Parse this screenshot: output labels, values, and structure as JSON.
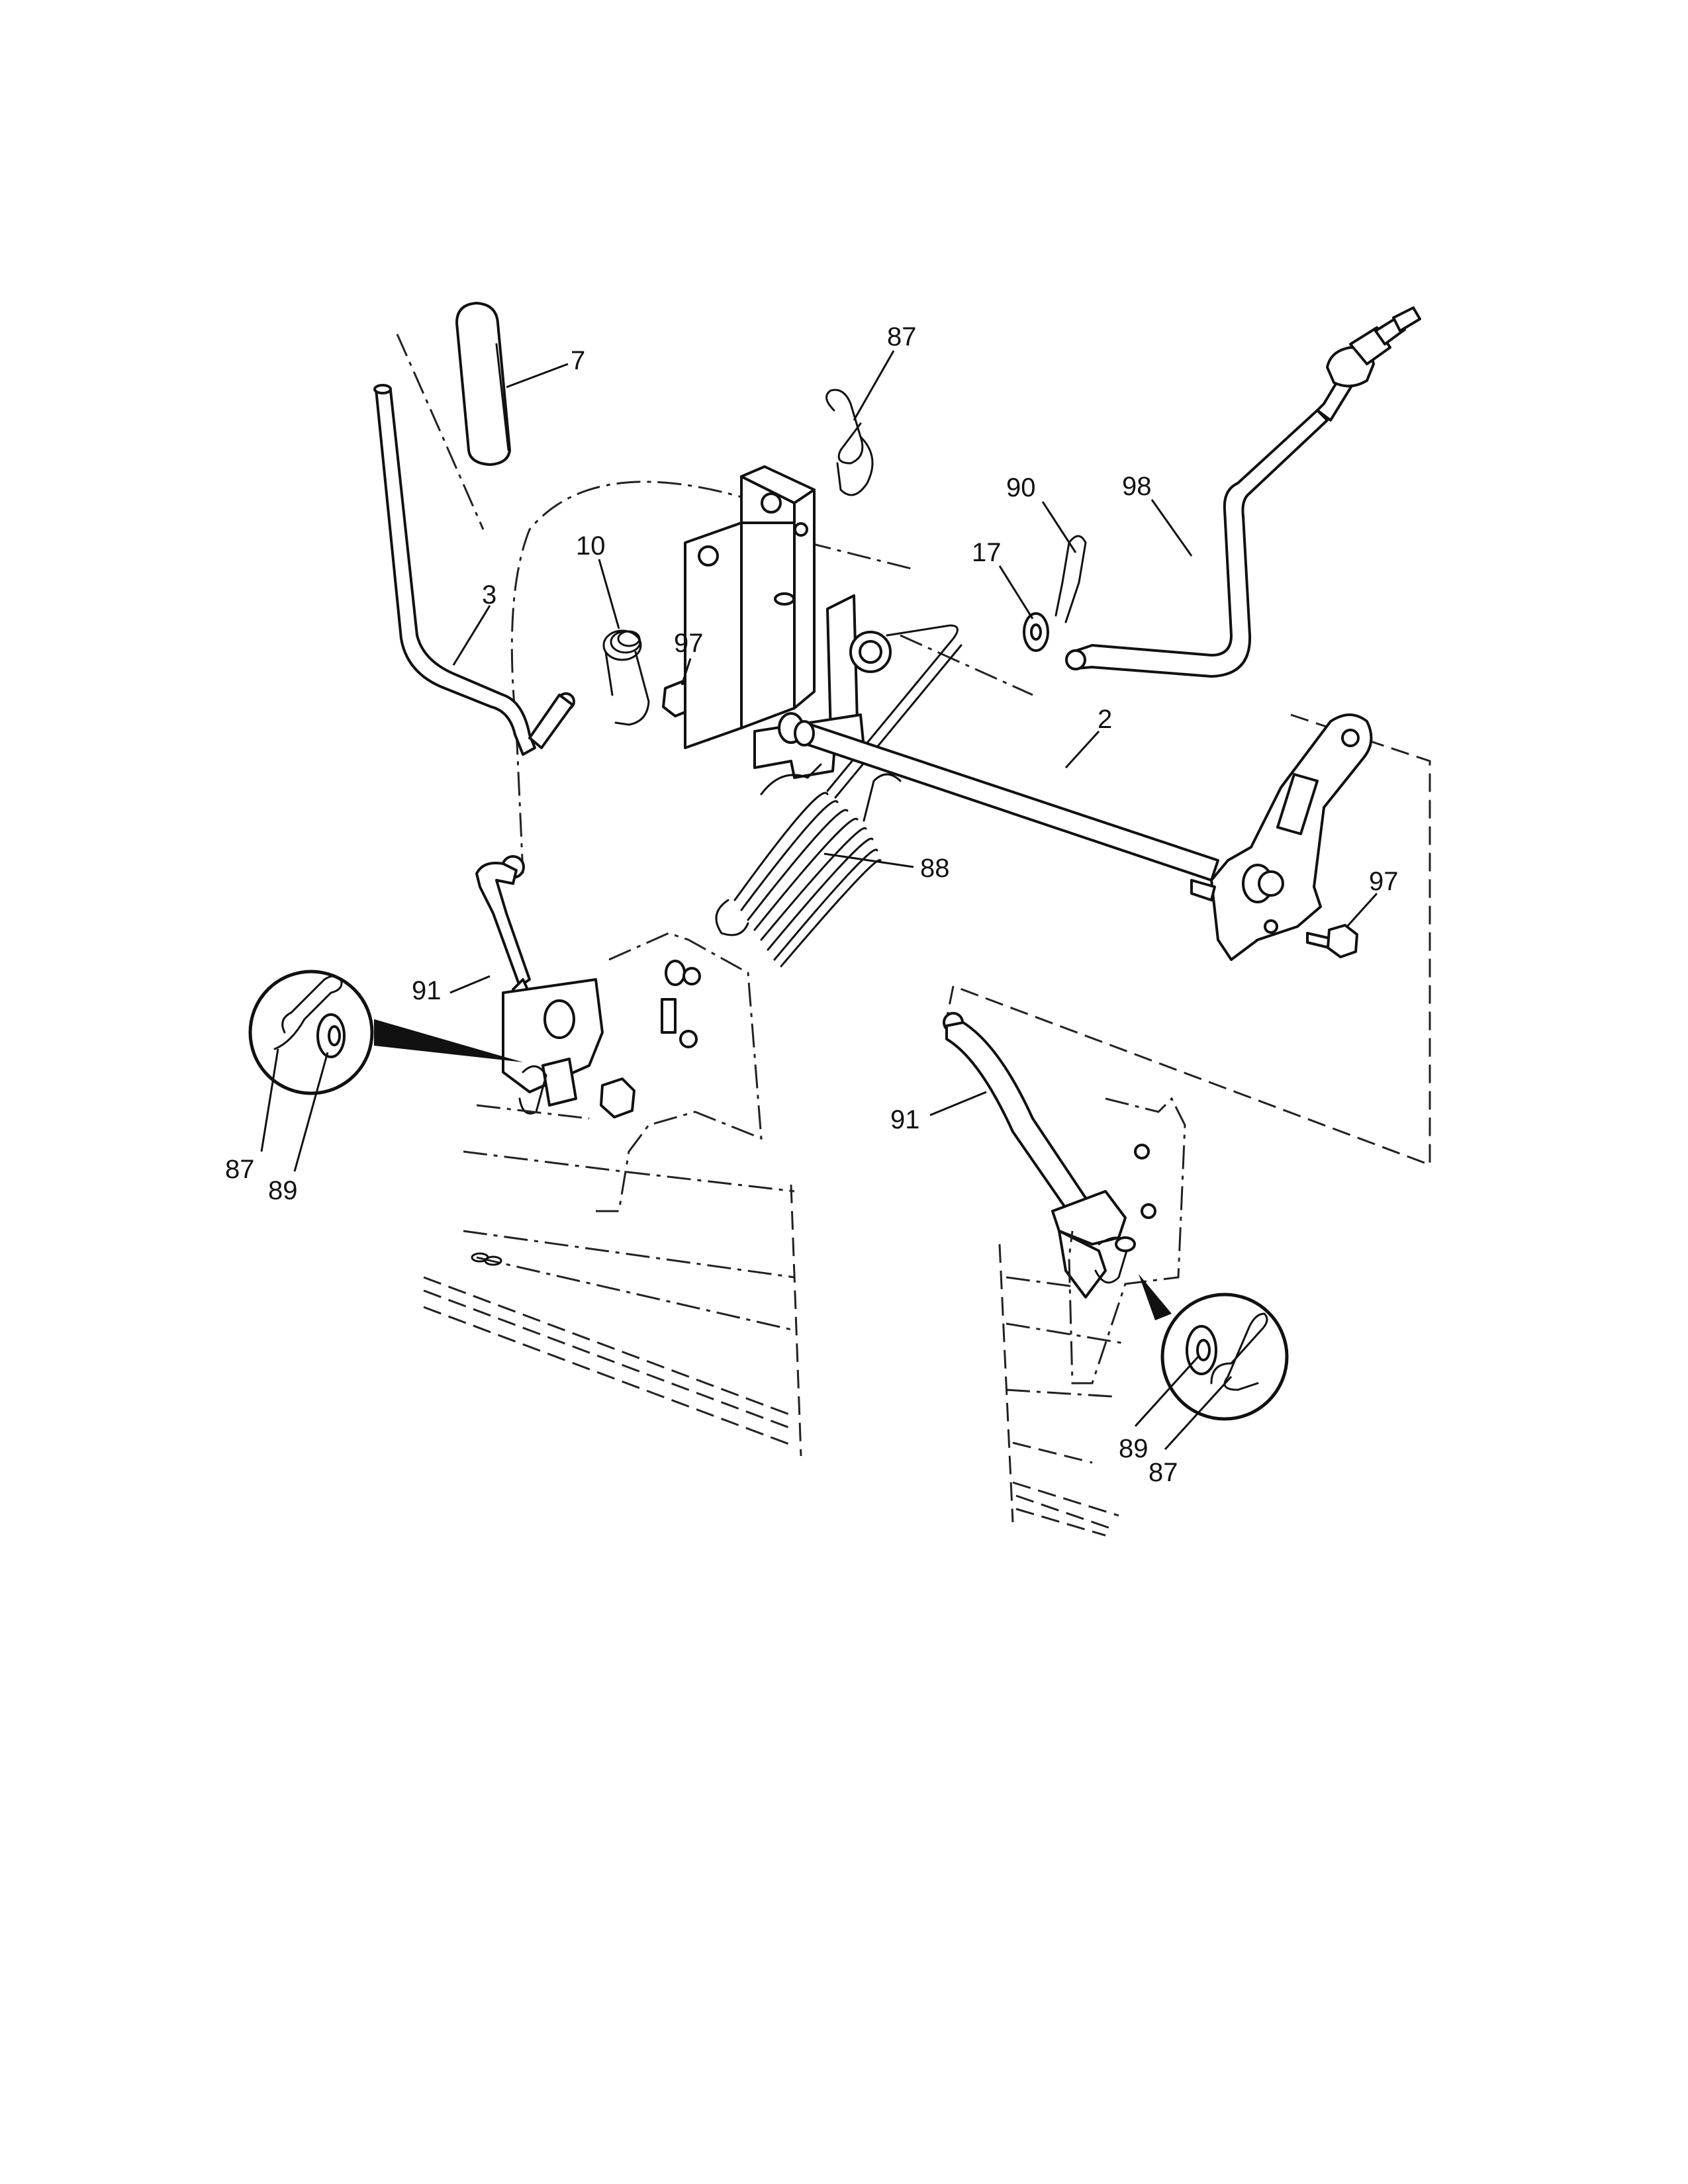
{
  "callouts": {
    "c7": "7",
    "c87_top": "87",
    "c90": "90",
    "c98": "98",
    "c17": "17",
    "c10": "10",
    "c3": "3",
    "c97_left": "97",
    "c2": "2",
    "c88": "88",
    "c97_right": "97",
    "c91_left": "91",
    "c87_left": "87",
    "c89_left": "89",
    "c91_right": "91",
    "c89_right": "89",
    "c87_right": "87"
  }
}
